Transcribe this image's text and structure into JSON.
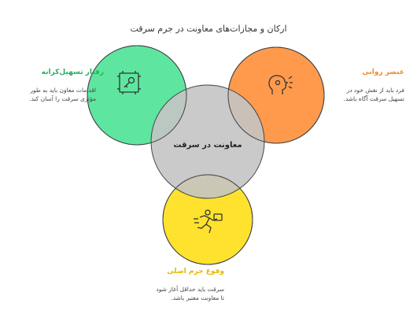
{
  "title": "ارکان و مجازات‌های معاونت در جرم سرقت",
  "center": {
    "label": "معاونت در سرقت",
    "color": "#c4c4c4"
  },
  "left": {
    "title": "رفتار تسهیل‌کرانه",
    "desc1": "اقدامات معاون باید به طور",
    "desc2": "مؤثری سرقت را آسان کند.",
    "color": "#5ee6a0",
    "title_color": "#27b060",
    "icon": "key-cabinet-icon"
  },
  "right": {
    "title": "عنصر روانی",
    "desc1": "فرد باید از نقش خود در",
    "desc2": "تسهیل سرقت آگاه باشد.",
    "color": "#ff9a4c",
    "title_color": "#f08a2b",
    "icon": "thinking-head-icon"
  },
  "bottom": {
    "title": "وقوع جرم اصلی",
    "desc1": "سرقت باید حداقل آغاز شود",
    "desc2": "تا معاونت معتبر باشد.",
    "color": "#ffe22e",
    "title_color": "#e5b800",
    "icon": "running-person-icon"
  }
}
